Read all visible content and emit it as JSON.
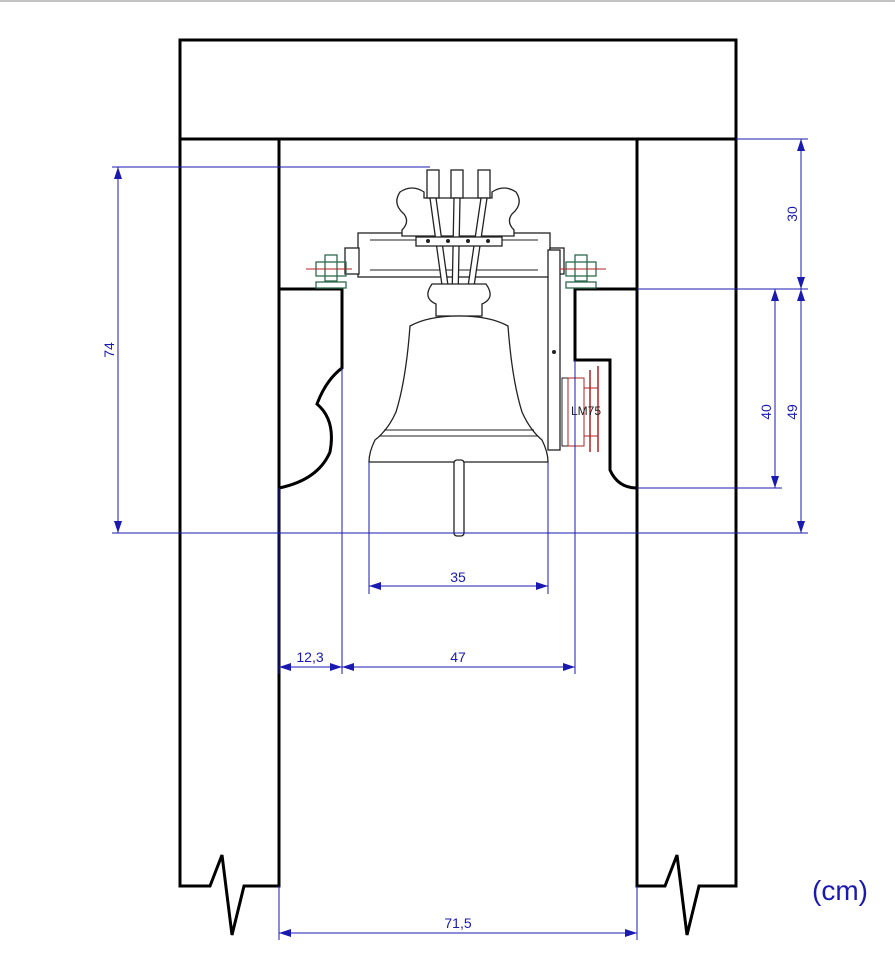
{
  "drawing": {
    "unit_label": "(cm)",
    "motor_label": "LM75",
    "colors": {
      "dimension": "#1a1ab0",
      "outline": "#000000",
      "motor": "#b22222",
      "fitting": "#2e6b4f"
    },
    "dimensions": {
      "yoke_height": "30",
      "total_height": "74",
      "opening_height": "40",
      "bell_height": "49",
      "bell_diameter": "35",
      "ledge_width": "12,3",
      "swing_width": "47",
      "clear_width": "71,5"
    }
  }
}
